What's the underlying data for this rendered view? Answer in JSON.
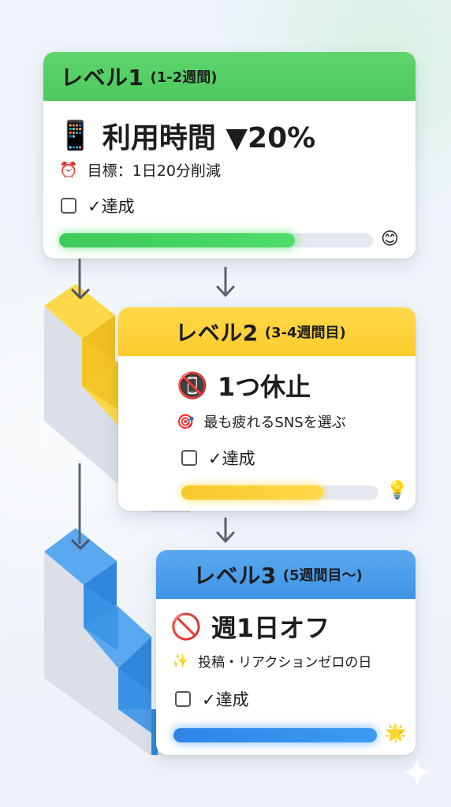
{
  "levels": [
    {
      "title": "レベル1",
      "period": "(1-2週間)",
      "main_icon": "📱",
      "main_text": "利用時間 ▼20%",
      "sub_icon": "⏰",
      "sub_text": "目標：1日20分削減",
      "check_label": "✓達成",
      "progress": 0.75,
      "end_icon": "😊",
      "color": "#4cc95c"
    },
    {
      "title": "レベル2",
      "period": "(3-4週間目)",
      "main_icon": "📵",
      "main_text": "1つ休止",
      "sub_icon": "🎯",
      "sub_text": "最も疲れるSNSを選ぶ",
      "check_label": "✓達成",
      "progress": 0.72,
      "end_icon": "💡",
      "color": "#fbcc2c"
    },
    {
      "title": "レベル3",
      "period": "(5週間目〜)",
      "main_icon": "🚫",
      "main_text": "週1日オフ",
      "sub_icon": "✨",
      "sub_text": "投稿・リアクションゼロの日",
      "check_label": "✓達成",
      "progress": 1.0,
      "end_icon": "🌟",
      "color": "#3f94e6"
    }
  ],
  "icons": {
    "arrows": "arrow-down-icon",
    "corner": "sparkle-icon"
  }
}
